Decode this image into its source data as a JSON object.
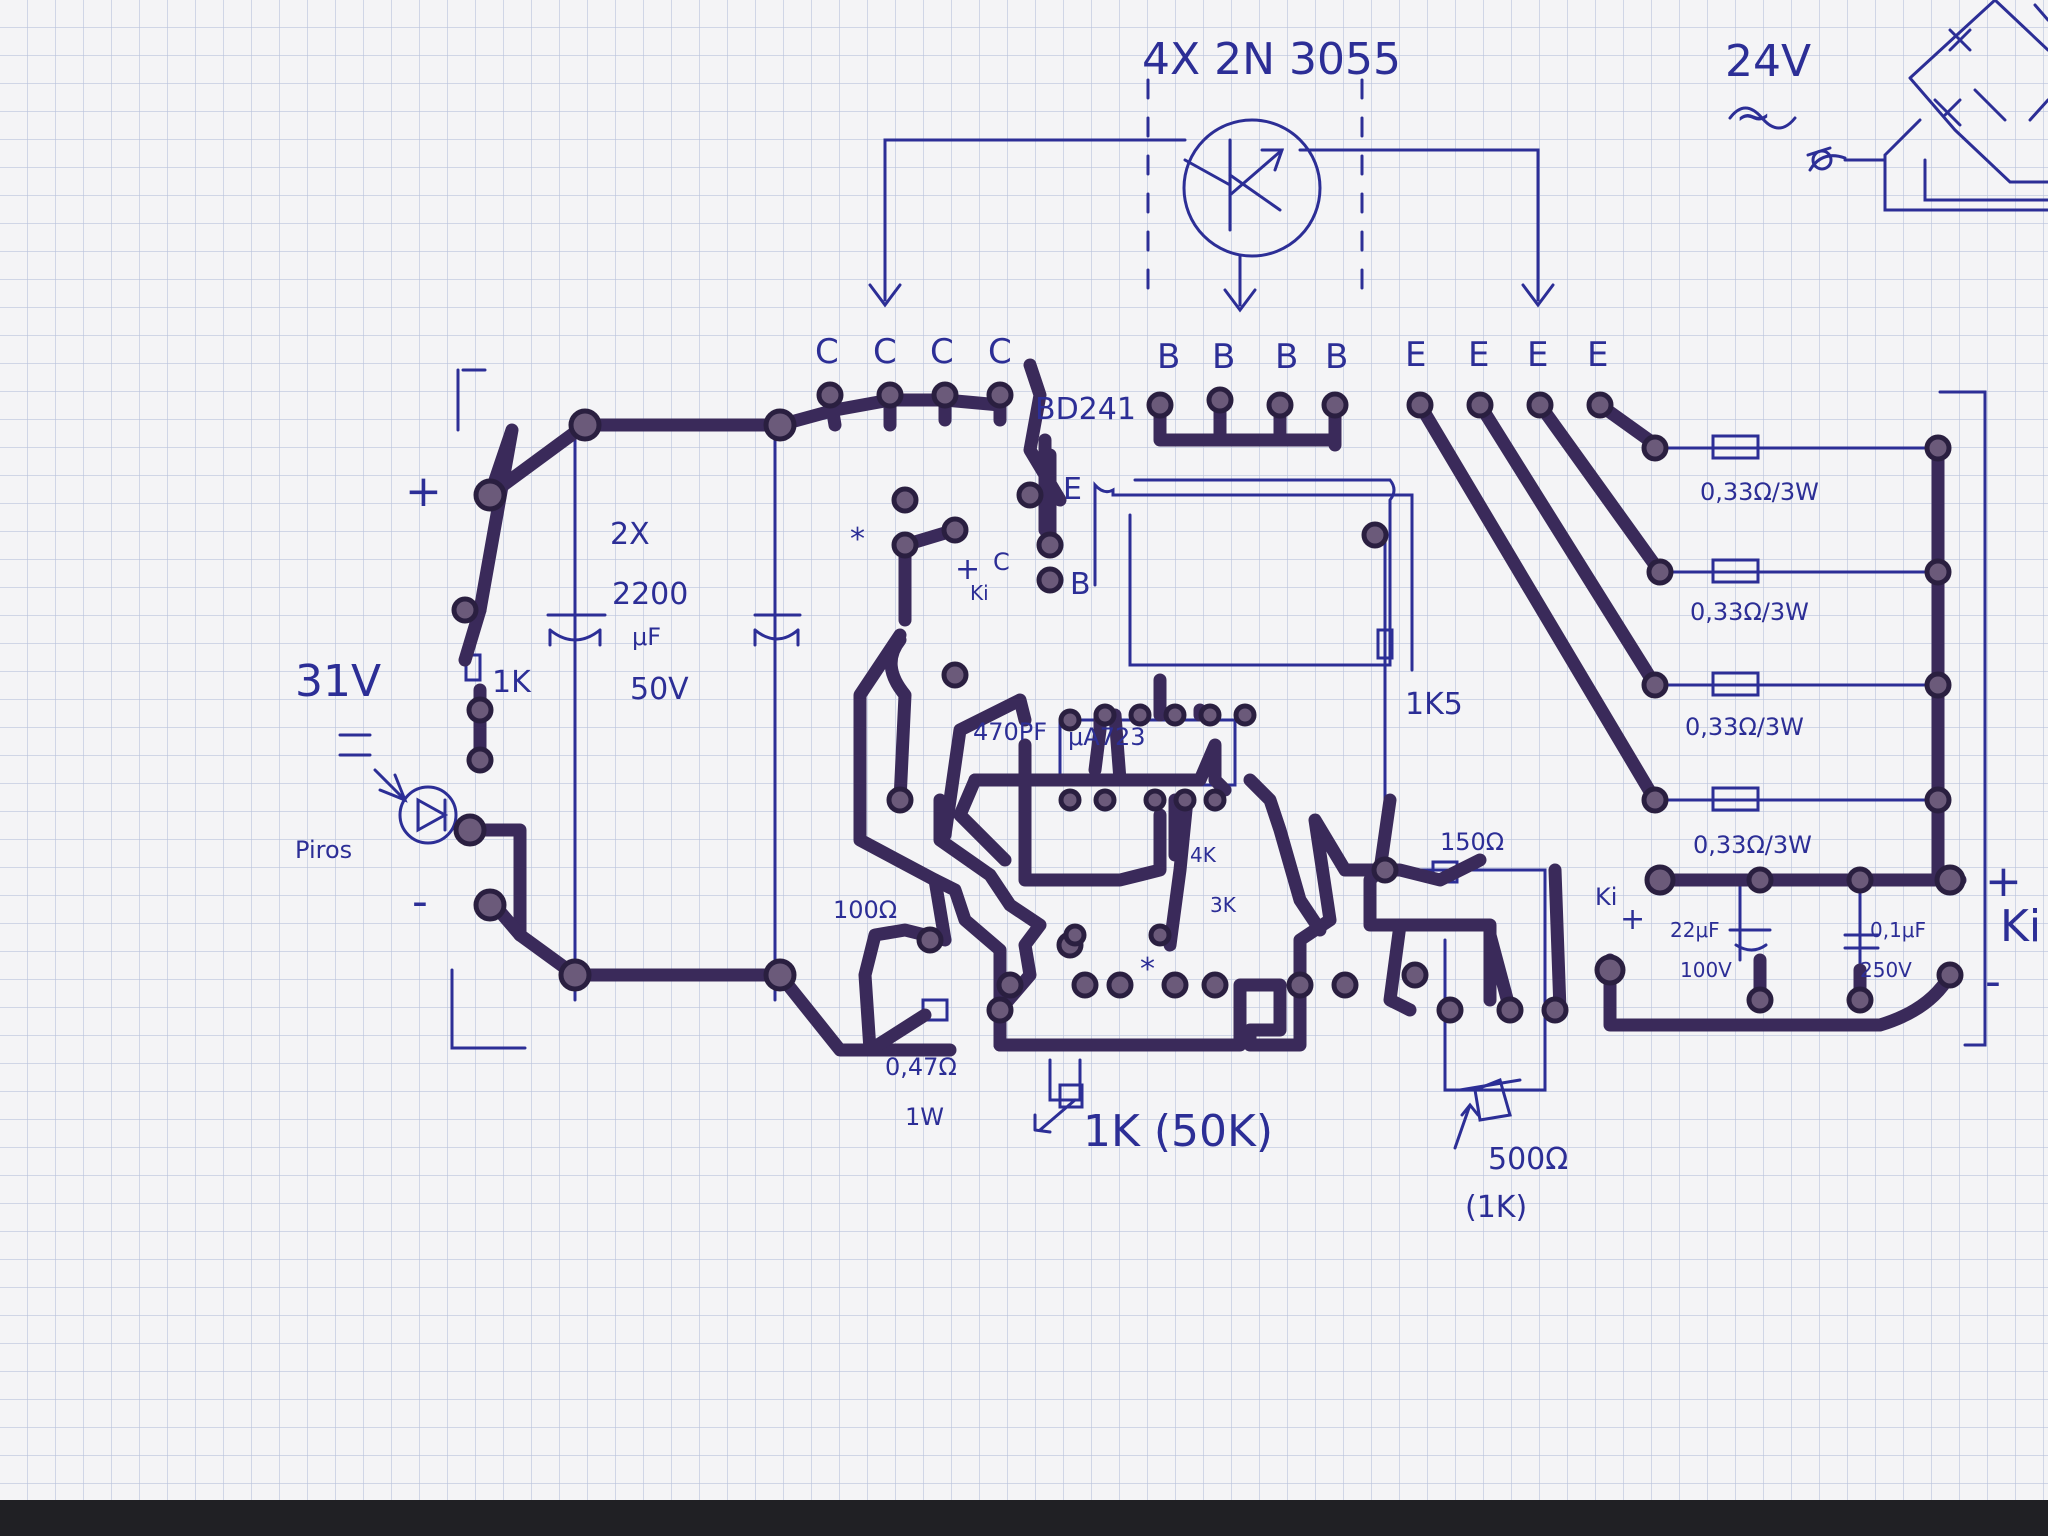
{
  "diagram": {
    "transistor_label": "4X 2N 3055",
    "collector_pins": [
      "C",
      "C",
      "C",
      "C"
    ],
    "base_pins": [
      "B",
      "B",
      "B",
      "B"
    ],
    "emitter_pins": [
      "E",
      "E",
      "E",
      "E"
    ],
    "driver_label": "BD241",
    "driver_pins": {
      "e": "E",
      "c": "C",
      "b": "B",
      "ki": "Ki"
    },
    "capacitor_count": "2X",
    "capacitor_value": "2200",
    "capacitor_unit": "μF",
    "capacitor_voltage": "50V",
    "supply_voltage": "31V",
    "supply_plus": "+",
    "supply_minus": "-",
    "led_label": "Piros",
    "resistor_1k": "1K",
    "cap_470pf": "470PF",
    "ic_label": "μA723",
    "resistor_1k5": "1K5",
    "resistor_150": "150Ω",
    "resistor_100": "100Ω",
    "resistor_047": "0,47Ω",
    "resistor_047_power": "1W",
    "pot_1k": "1K (50K)",
    "pot_500": "500Ω",
    "pot_500_alt": "(1K)",
    "emitter_resistors": [
      "0,33Ω/3W",
      "0,33Ω/3W",
      "0,33Ω/3W",
      "0,33Ω/3W"
    ],
    "out_cap1_value": "22μF",
    "out_cap1_voltage": "100V",
    "out_cap2_value": "0,1μF",
    "out_cap2_voltage": "250V",
    "out_ki": "Ki",
    "out_plus": "+",
    "out_minus": "-",
    "out_ki_big": "Ki",
    "star": "*",
    "small_4k": "4K",
    "small_3k": "3K",
    "ac_voltage": "24V",
    "ac_symbol": "~"
  },
  "colors": {
    "ink": "#2c2e96",
    "trace": "#3a2a5a",
    "grid": "#b9c3dc",
    "paper": "#f4f4f6"
  }
}
